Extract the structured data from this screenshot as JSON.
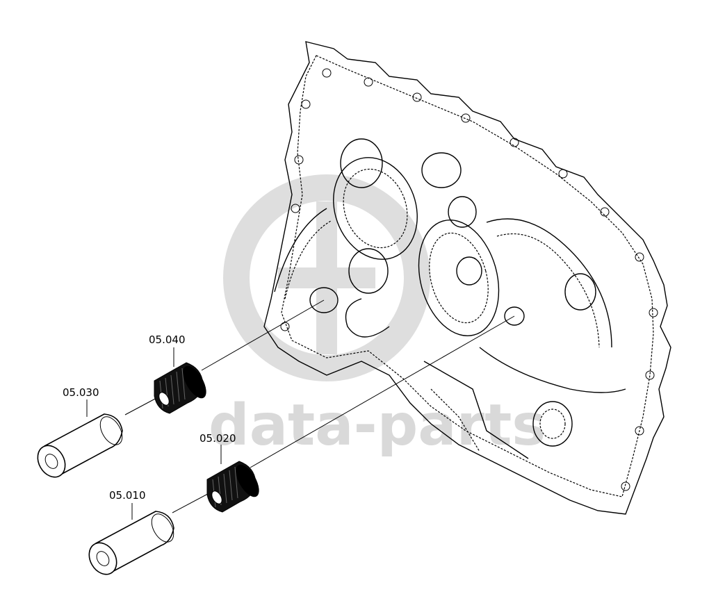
{
  "watermark": {
    "text": "data-parts",
    "color": "#d9d9d9"
  },
  "callouts": [
    {
      "id": "05.040",
      "label": "05.040"
    },
    {
      "id": "05.030",
      "label": "05.030"
    },
    {
      "id": "05.020",
      "label": "05.020"
    },
    {
      "id": "05.010",
      "label": "05.010"
    }
  ]
}
